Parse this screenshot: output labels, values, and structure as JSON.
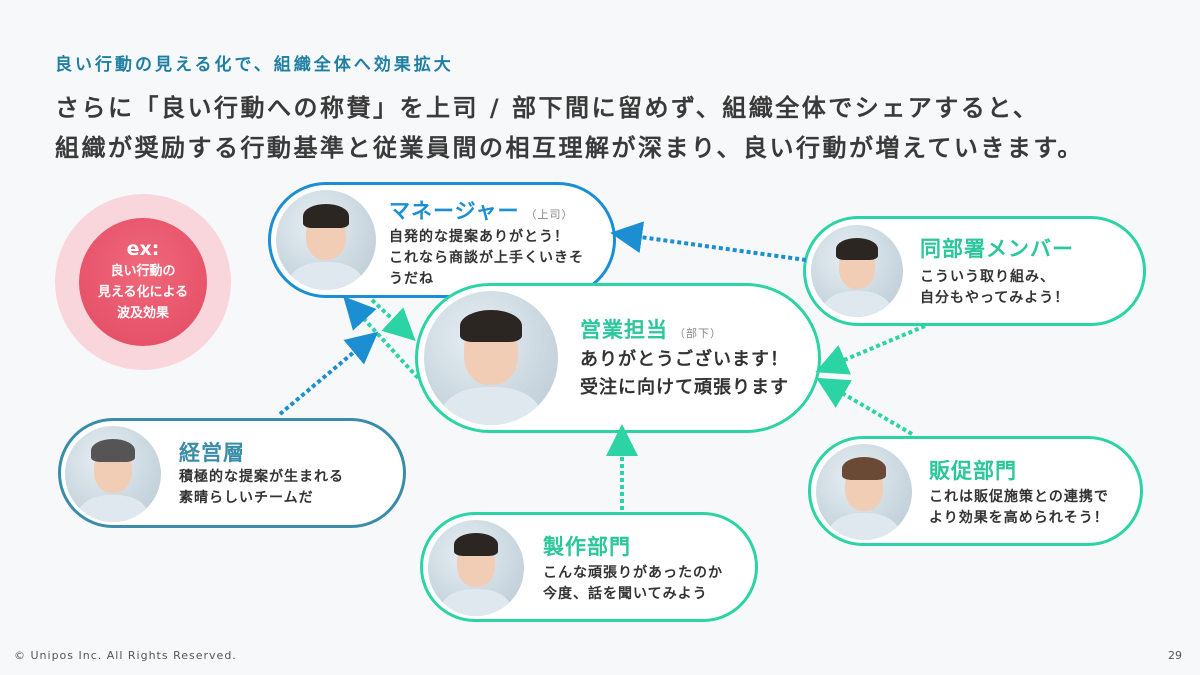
{
  "subtitle": "良い行動の見える化で、組織全体へ効果拡大",
  "lead": [
    "さらに「良い行動への称賛」を上司 / 部下間に留めず、組織全体でシェアすると、",
    "組織が奨励する行動基準と従業員間の相互理解が深まり、良い行動が増えていきます。"
  ],
  "ex": {
    "label": "ex:",
    "lines": [
      "良い行動の",
      "見える化による",
      "波及効果"
    ]
  },
  "cards": {
    "manager": {
      "name": "マネージャー",
      "note": "（上司）",
      "lines": [
        "自発的な提案ありがとう！",
        "これなら商談が上手くいきそ",
        "うだね"
      ]
    },
    "sales": {
      "name": "営業担当",
      "note": "（部下）",
      "lines": [
        "ありがとうございます！",
        "受注に向けて頑張ります"
      ]
    },
    "peer": {
      "name": "同部署メンバー",
      "lines": [
        "こういう取り組み、",
        "自分もやってみよう！"
      ]
    },
    "exec": {
      "name": "経営層",
      "lines": [
        "積極的な提案が生まれる",
        "素晴らしいチームだ"
      ]
    },
    "promo": {
      "name": "販促部門",
      "lines": [
        "これは販促施策との連携で",
        "より効果を高められそう！"
      ]
    },
    "prod": {
      "name": "製作部門",
      "lines": [
        "こんな頑張りがあったのか",
        "今度、話を聞いてみよう"
      ]
    }
  },
  "colors": {
    "blue": "#1b8fd2",
    "green": "#2bd3a5",
    "exec": "#3a8ca8",
    "ex": "#e24a62"
  },
  "footer": "© Unipos Inc. All Rights Reserved.",
  "page": "29"
}
